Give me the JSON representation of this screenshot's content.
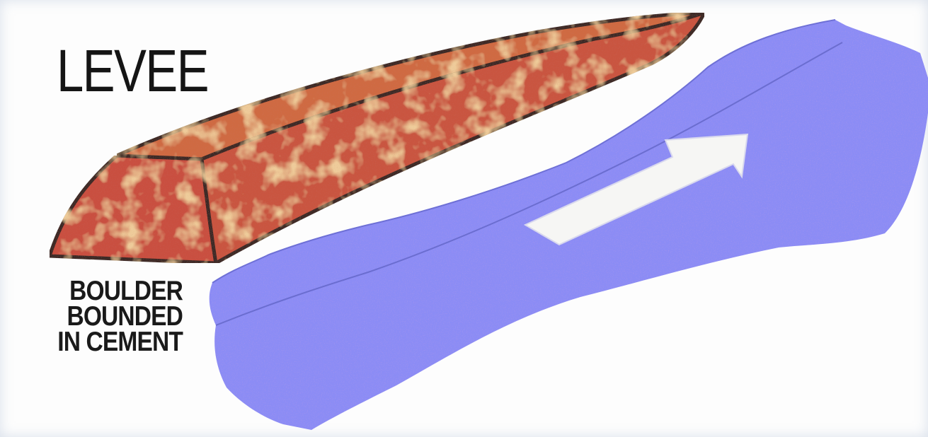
{
  "diagram": {
    "title": "LEVEE",
    "caption_lines": [
      "BOULDER",
      "BOUNDED",
      "IN CEMENT"
    ],
    "colors": {
      "levee_fill": "#c94f3f",
      "levee_highlight": "#d9904c",
      "levee_outline": "#3d2a26",
      "water": "#8b8cf5",
      "water_speckle": "#7a55cf",
      "arrow": "#f6f6f4"
    }
  }
}
